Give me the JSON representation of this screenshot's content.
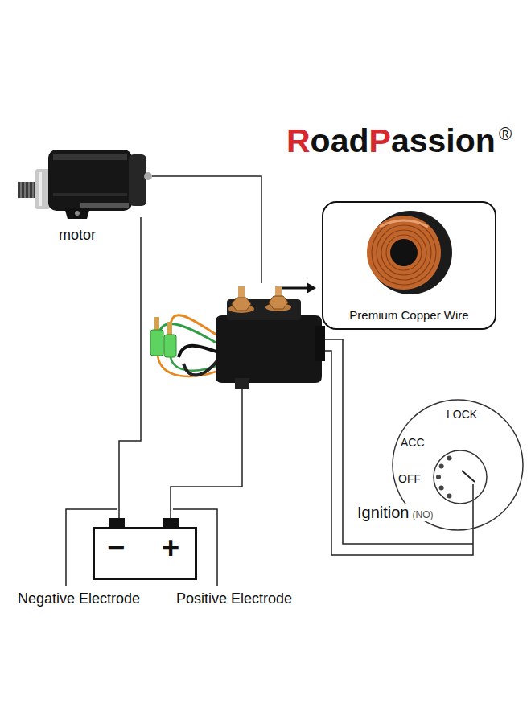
{
  "diagram": {
    "nodes": [
      {
        "text": [
          "motor"
        ]
      },
      {
        "text": [
          "Premium Copper Wire"
        ]
      },
      {
        "text": [
          "LOCK",
          "ACC",
          "OFF",
          "Ignition",
          "(NO)"
        ]
      },
      {
        "text": [
          "−",
          "+"
        ]
      }
    ],
    "edges": [
      {
        "from": 0,
        "to": 3,
        "arrow": "none"
      }
    ],
    "labels": [
      "RoadPassion",
      "®",
      "Negative Electrode",
      "Positive Electrode"
    ]
  }
}
